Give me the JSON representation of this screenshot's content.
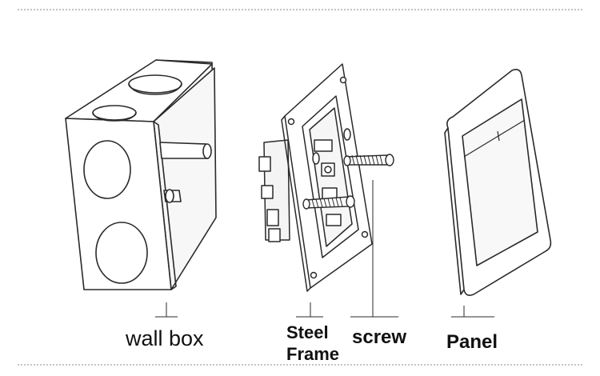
{
  "components": [
    {
      "id": "wall-box",
      "label": "wall box"
    },
    {
      "id": "steel-frame",
      "label_line1": "Steel",
      "label_line2": "Frame"
    },
    {
      "id": "screw",
      "label": "screw"
    },
    {
      "id": "panel",
      "label": "Panel"
    }
  ],
  "colors": {
    "line": "#2a2a2a",
    "background": "#ffffff"
  }
}
